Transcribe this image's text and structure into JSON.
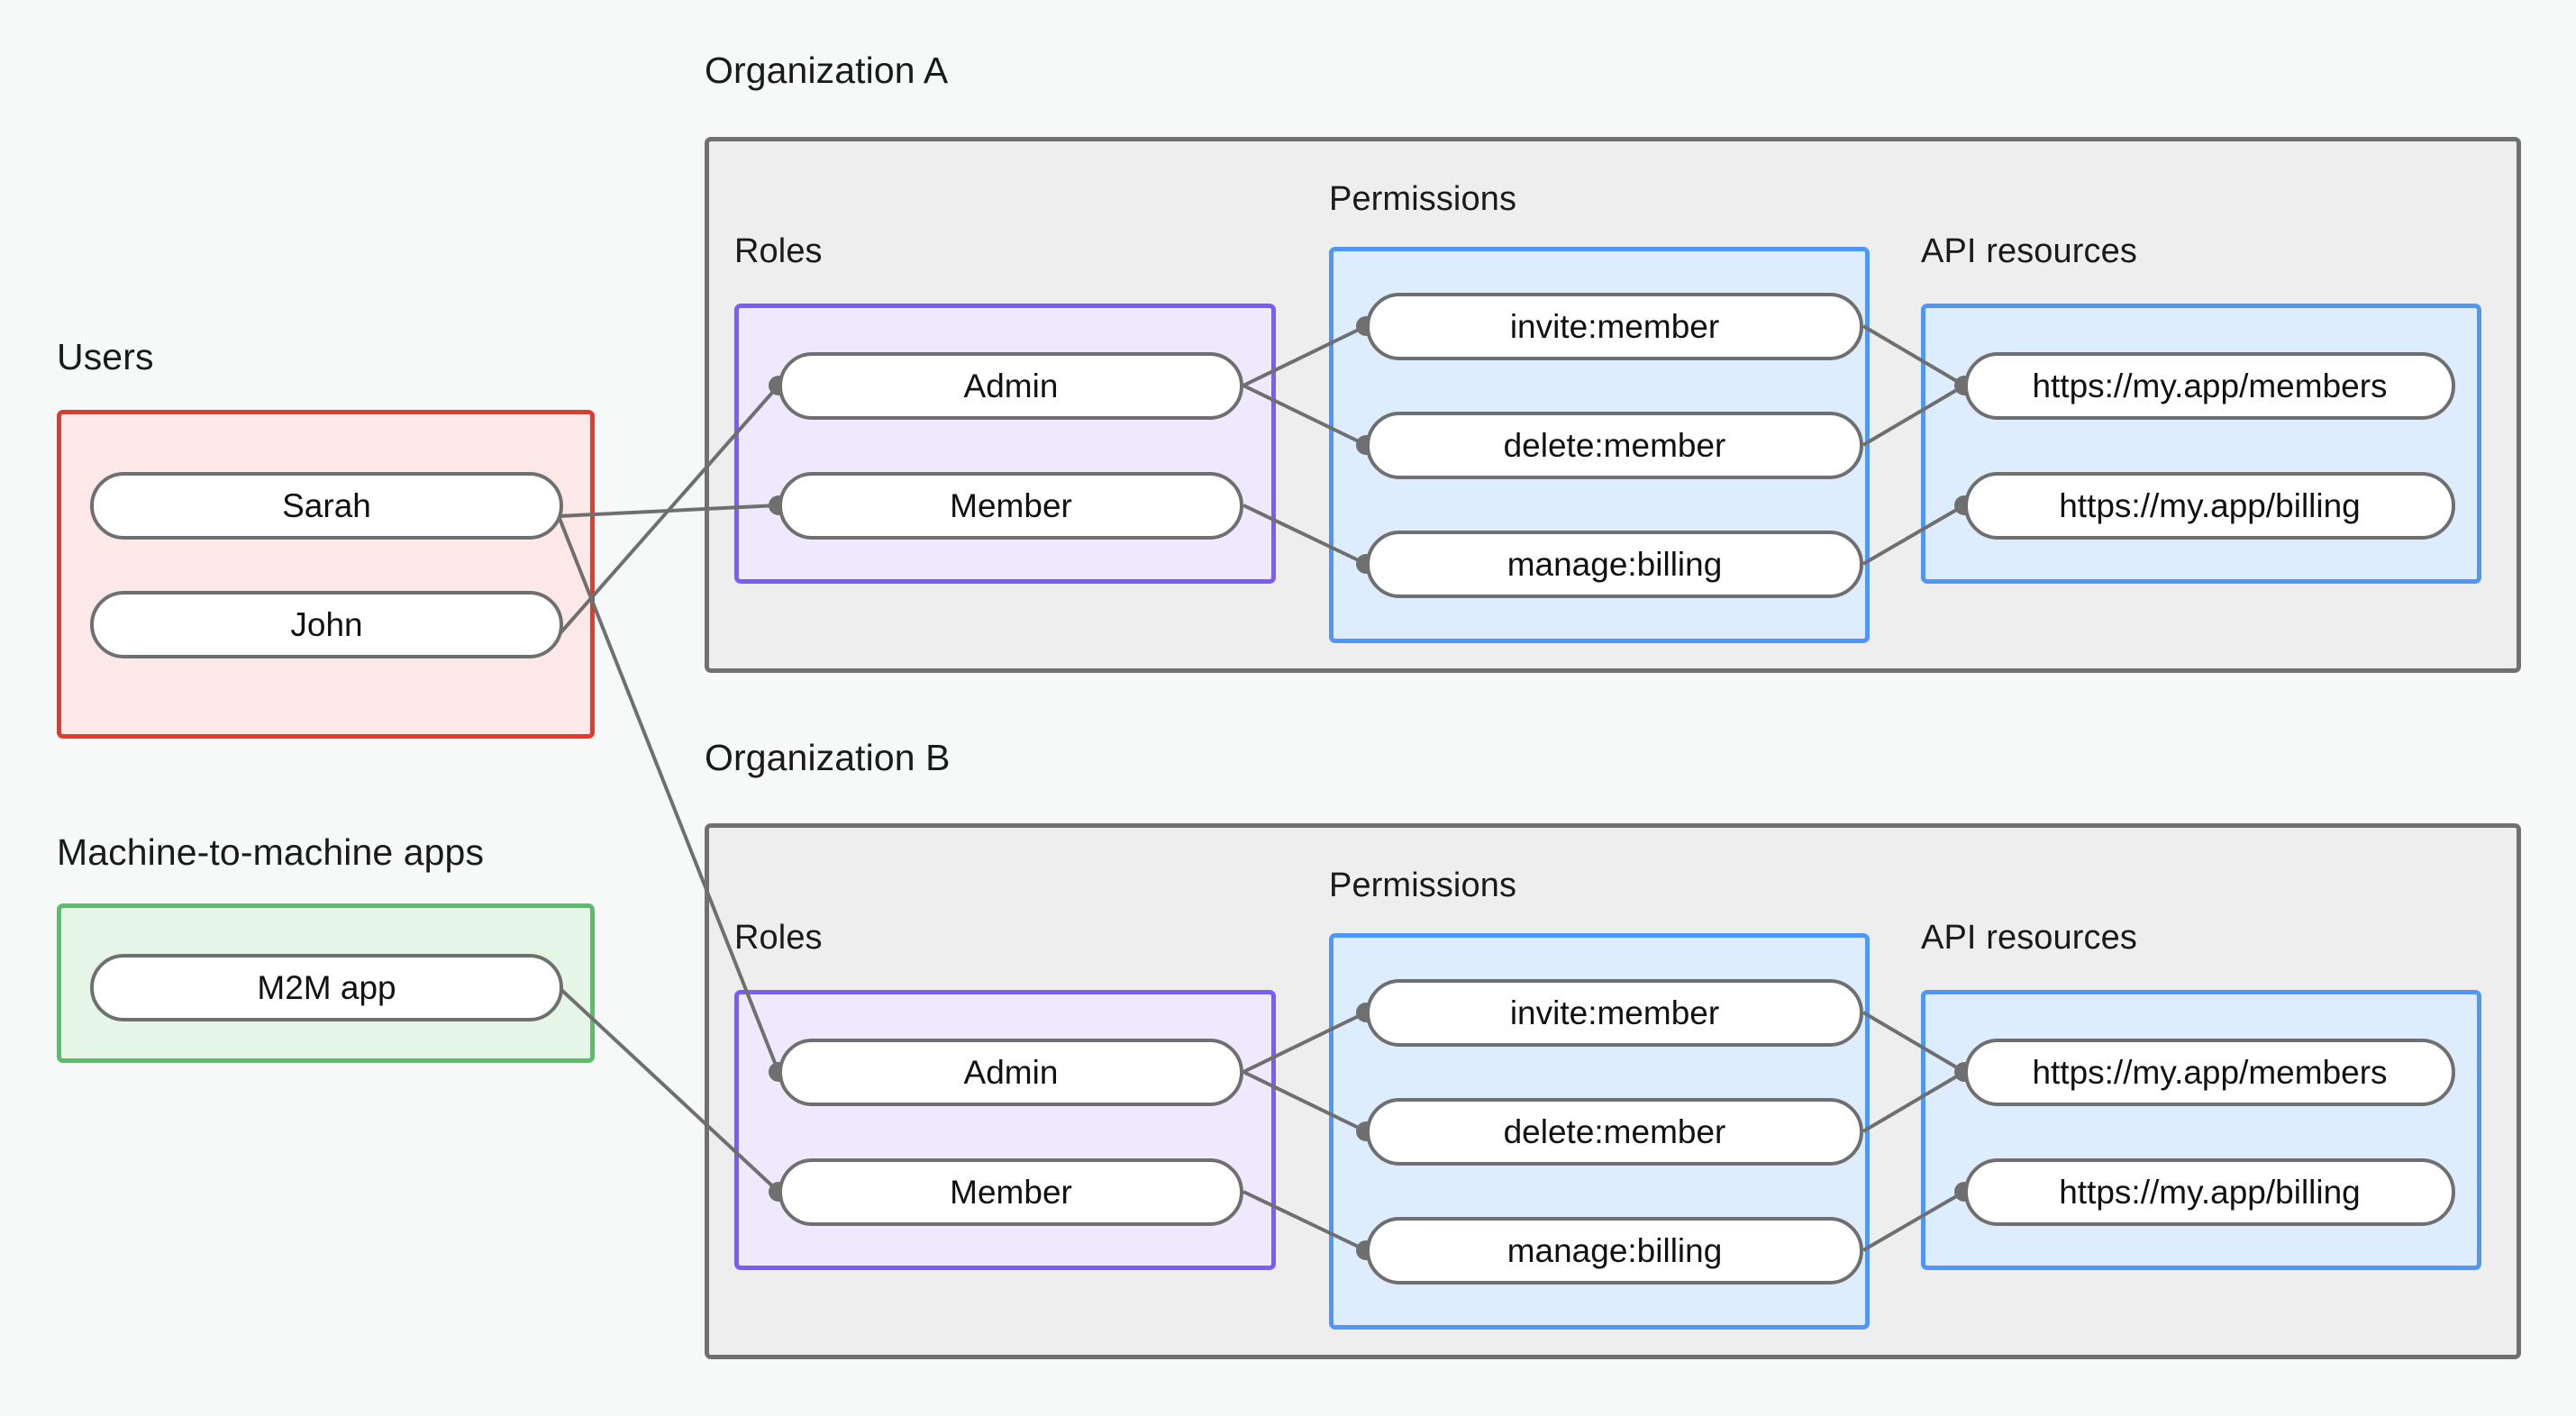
{
  "diagram": {
    "title_visible": false,
    "background_color": "#F7F9F8",
    "sections": {
      "users": {
        "title": "Users",
        "border_color": "#E13B2C",
        "fill_color": "#FCE8E6",
        "nodes": [
          {
            "label": "Sarah"
          },
          {
            "label": "John"
          }
        ]
      },
      "m2m": {
        "title": "Machine-to-machine apps",
        "border_color": "#58BE6A",
        "fill_color": "#E5F5E6",
        "nodes": [
          {
            "label": "M2M app"
          }
        ]
      },
      "org_a": {
        "title": "Organization A",
        "border_color": "#707070",
        "fill_color": "#EDEEED",
        "roles": {
          "title": "Roles",
          "border_color": "#7B5CFA",
          "fill_color": "#F0E9FE",
          "nodes": [
            {
              "label": "Admin"
            },
            {
              "label": "Member"
            }
          ]
        },
        "permissions": {
          "title": "Permissions",
          "border_color": "#4F96F6",
          "fill_color": "#DEEDFD",
          "nodes": [
            {
              "label": "invite:member"
            },
            {
              "label": "delete:member"
            },
            {
              "label": "manage:billing"
            }
          ]
        },
        "api_resources": {
          "title": "API resources",
          "border_color": "#4F96F6",
          "fill_color": "#DEEDFD",
          "nodes": [
            {
              "label": "https://my.app/members"
            },
            {
              "label": "https://my.app/billing"
            }
          ]
        }
      },
      "org_b": {
        "title": "Organization B",
        "border_color": "#707070",
        "fill_color": "#EDEEED",
        "roles": {
          "title": "Roles",
          "border_color": "#7B5CFA",
          "fill_color": "#F0E9FE",
          "nodes": [
            {
              "label": "Admin"
            },
            {
              "label": "Member"
            }
          ]
        },
        "permissions": {
          "title": "Permissions",
          "border_color": "#4F96F6",
          "fill_color": "#DEEDFD",
          "nodes": [
            {
              "label": "invite:member"
            },
            {
              "label": "delete:member"
            },
            {
              "label": "manage:billing"
            }
          ]
        },
        "api_resources": {
          "title": "API resources",
          "border_color": "#4F96F6",
          "fill_color": "#DEEDFD",
          "nodes": [
            {
              "label": "https://my.app/members"
            },
            {
              "label": "https://my.app/billing"
            }
          ]
        }
      }
    },
    "connections": [
      {
        "from": "Sarah",
        "to": "Organization A / Member"
      },
      {
        "from": "Sarah",
        "to": "Organization B / Admin"
      },
      {
        "from": "John",
        "to": "Organization A / Admin"
      },
      {
        "from": "M2M app",
        "to": "Organization B / Member"
      },
      {
        "from": "Organization A / Admin",
        "to": "invite:member"
      },
      {
        "from": "Organization A / Admin",
        "to": "delete:member"
      },
      {
        "from": "Organization A / Member",
        "to": "manage:billing"
      },
      {
        "from": "invite:member",
        "to": "https://my.app/members"
      },
      {
        "from": "delete:member",
        "to": "https://my.app/members"
      },
      {
        "from": "manage:billing",
        "to": "https://my.app/billing"
      },
      {
        "from": "Organization B / Admin",
        "to": "invite:member"
      },
      {
        "from": "Organization B / Admin",
        "to": "delete:member"
      },
      {
        "from": "Organization B / Member",
        "to": "manage:billing"
      },
      {
        "from": "invite:member",
        "to": "https://my.app/members"
      },
      {
        "from": "delete:member",
        "to": "https://my.app/members"
      },
      {
        "from": "manage:billing",
        "to": "https://my.app/billing"
      }
    ]
  }
}
